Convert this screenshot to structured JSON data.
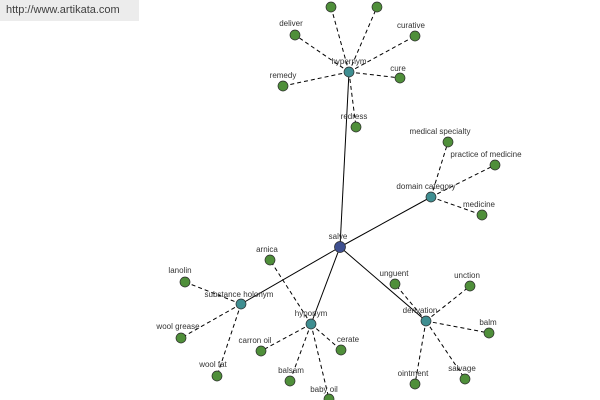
{
  "header": {
    "url_text": "http://www.artikata.com"
  },
  "graph": {
    "colors": {
      "center": "#3e4f8f",
      "relation": "#3f8e91",
      "leaf": "#4f8f3a",
      "edge": "#000000",
      "label": "#333333"
    },
    "center": {
      "id": "salve",
      "label": "salve"
    },
    "relations": [
      {
        "id": "hypernym",
        "label": "hypernym",
        "terms": [
          "deliver",
          "curative",
          "cure",
          "redress",
          "remedy",
          "",
          ""
        ]
      },
      {
        "id": "domain-category",
        "label": "domain category",
        "terms": [
          "medical specialty",
          "practice of medicine",
          "medicine"
        ]
      },
      {
        "id": "derivation",
        "label": "derivation",
        "terms": [
          "unguent",
          "unction",
          "balm",
          "salvage",
          "ointment"
        ]
      },
      {
        "id": "hyponym",
        "label": "hyponym",
        "terms": [
          "arnica",
          "carron oil",
          "cerate",
          "balsam",
          "baby oil"
        ]
      },
      {
        "id": "substance-holonym",
        "label": "substance holonym",
        "terms": [
          "lanolin",
          "wool grease",
          "wool fat"
        ]
      }
    ]
  }
}
